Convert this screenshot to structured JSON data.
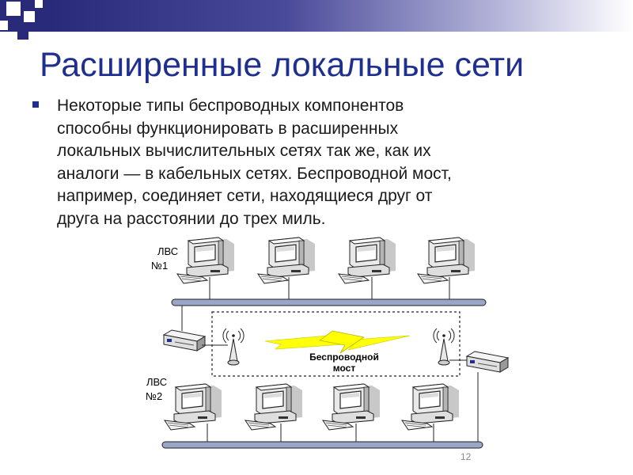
{
  "slide": {
    "title": "Расширенные локальные сети",
    "body_lines": [
      "Некоторые типы беспроводных компонентов",
      "способны функционировать в расширенных",
      "локальных вычислительных сетях так же, как их",
      "аналоги — в кабельных сетях. Беспроводной мост,",
      "например, соединяет сети, находящиеся друг от",
      "друга на расстоянии до трех миль."
    ],
    "page_number": "12"
  },
  "diagram": {
    "lan1_label_line1": "ЛВС",
    "lan1_label_line2": "№1",
    "lan2_label_line1": "ЛВС",
    "lan2_label_line2": "№2",
    "bridge_label_line1": "Беспроводной",
    "bridge_label_line2": "мост"
  },
  "colors": {
    "title": "#1f2f8f",
    "banner": "#2a2a7a",
    "lightning": "#ffff00",
    "bus": "#9aa6c8"
  }
}
